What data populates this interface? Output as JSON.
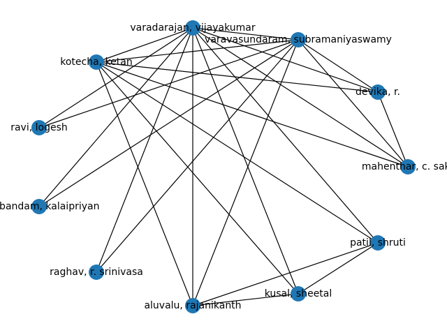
{
  "colors": {
    "node": "#1f77b4",
    "edge": "#000000"
  },
  "nodes": [
    {
      "id": "varadarajan",
      "label": "varadarajan, vijayakumar"
    },
    {
      "id": "varavasundaram",
      "label": "varavasundaram, subramaniyaswamy"
    },
    {
      "id": "devika",
      "label": "devika, r."
    },
    {
      "id": "mahenthar",
      "label": "mahenthar, c. sakt"
    },
    {
      "id": "patil",
      "label": "patil, shruti"
    },
    {
      "id": "kusal",
      "label": "kusal, sheetal"
    },
    {
      "id": "aluvalu",
      "label": "aluvalu, rajanikanth"
    },
    {
      "id": "raghav",
      "label": "raghav, r. srinivasa"
    },
    {
      "id": "sambandam",
      "label": "sambandam, kalaipriyan"
    },
    {
      "id": "ravi",
      "label": "ravi, logesh"
    },
    {
      "id": "kotecha",
      "label": "kotecha, ketan"
    }
  ],
  "edges": [
    [
      "varadarajan",
      "varavasundaram"
    ],
    [
      "varadarajan",
      "devika"
    ],
    [
      "varadarajan",
      "mahenthar"
    ],
    [
      "varadarajan",
      "patil"
    ],
    [
      "varadarajan",
      "kusal"
    ],
    [
      "varadarajan",
      "aluvalu"
    ],
    [
      "varadarajan",
      "raghav"
    ],
    [
      "varadarajan",
      "sambandam"
    ],
    [
      "varadarajan",
      "ravi"
    ],
    [
      "varadarajan",
      "kotecha"
    ],
    [
      "varavasundaram",
      "devika"
    ],
    [
      "varavasundaram",
      "mahenthar"
    ],
    [
      "varavasundaram",
      "aluvalu"
    ],
    [
      "varavasundaram",
      "raghav"
    ],
    [
      "varavasundaram",
      "sambandam"
    ],
    [
      "varavasundaram",
      "ravi"
    ],
    [
      "varavasundaram",
      "kotecha"
    ],
    [
      "kotecha",
      "devika"
    ],
    [
      "kotecha",
      "mahenthar"
    ],
    [
      "kotecha",
      "patil"
    ],
    [
      "kotecha",
      "kusal"
    ],
    [
      "kotecha",
      "aluvalu"
    ],
    [
      "devika",
      "mahenthar"
    ],
    [
      "patil",
      "kusal"
    ],
    [
      "patil",
      "aluvalu"
    ],
    [
      "kusal",
      "aluvalu"
    ]
  ]
}
